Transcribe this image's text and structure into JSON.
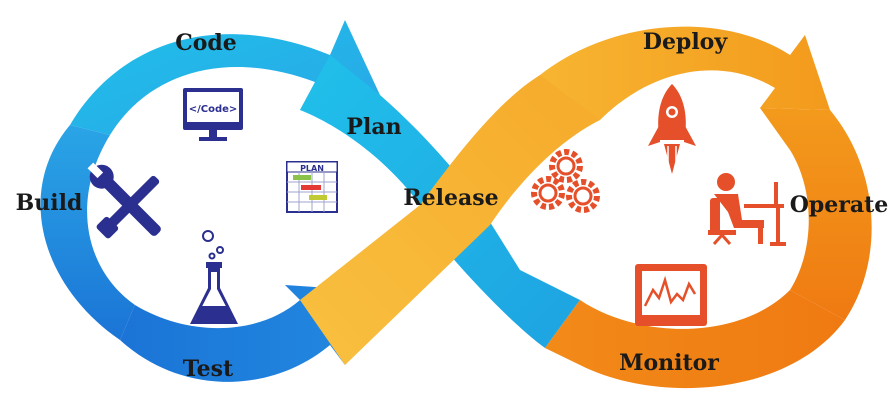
{
  "labels": {
    "code": "Code",
    "plan": "Plan",
    "build": "Build",
    "test": "Test",
    "release": "Release",
    "deploy": "Deploy",
    "operate": "Operate",
    "monitor": "Monitor"
  },
  "icon_texts": {
    "code_screen": "</Code>",
    "plan_board": "PLAN"
  },
  "colors": {
    "dev_light": "#1fc1ea",
    "dev_mid": "#2aa5e6",
    "dev_dark": "#1b74d6",
    "ops_light": "#f7b531",
    "ops_mid": "#f39a1c",
    "ops_dark": "#ef7a12",
    "icon_navy": "#2b2f8f",
    "icon_orange": "#e5502a"
  },
  "icons": [
    "code-screen-icon",
    "plan-board-icon",
    "tools-icon",
    "flask-icon",
    "gears-icon",
    "rocket-icon",
    "operator-desk-icon",
    "monitor-chart-icon"
  ]
}
